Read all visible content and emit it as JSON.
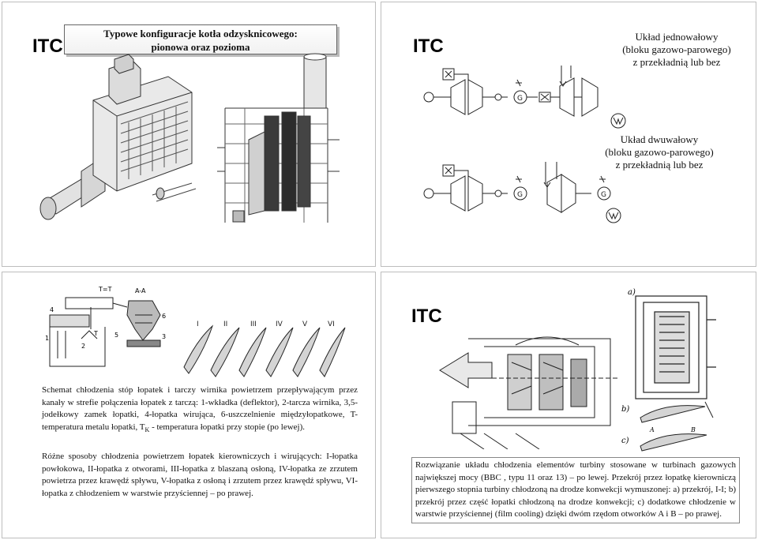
{
  "brand": "ITC",
  "slide1": {
    "title_line1": "Typowe konfiguracje kotła odzysknicowego:",
    "title_line2": "pionowa oraz pozioma"
  },
  "slide2": {
    "single_line1": "Układ jednowałowy",
    "single_line2": "(bloku gazowo-parowego)",
    "single_line3": "z przekładnią lub bez",
    "double_line1": "Układ dwuwałowy",
    "double_line2": "(bloku gazowo-parowego)",
    "double_line3": "z przekładnią lub bez",
    "generator_label": "G"
  },
  "slide3": {
    "caption1_part1": "Schemat chłodzenia stóp łopatek i tarczy wirnika powietrzem przepływającym przez kanały w strefie połączenia łopatek z tarczą: 1-wkładka (deflektor), 2-tarcza wirnika, 3,5-jodełkowy zamek łopatki, 4-łopatka wirująca, 6-uszczelnienie międzyłopatkowe, T-temperatura metalu łopatki, T",
    "caption1_sub": "K",
    "caption1_part2": " - temperatura łopatki przy stopie (po lewej).",
    "caption2": "Różne sposoby chłodzenia powietrzem łopatek kierowniczych i wirujących: I-łopatka powłokowa, II-łopatka z otworami, III-łopatka z blaszaną osłoną, IV-łopatka ze zrzutem powietrza przez krawędź spływu, V-łopatka z osłoną i zrzutem przez krawędź spływu, VI-łopatka z chłodzeniem w warstwie przyściennej – po prawej.",
    "blade_labels": [
      "I",
      "II",
      "III",
      "IV",
      "V",
      "VI"
    ],
    "section_label": "A-A",
    "temp_label": "T=T",
    "k_label": "T",
    "numbers": [
      "1",
      "2",
      "3",
      "4",
      "5",
      "6"
    ]
  },
  "slide4": {
    "caption": "Rozwiązanie układu chłodzenia elementów turbiny stosowane w turbinach gazowych największej mocy (BBC , typu 11 oraz 13) – po lewej. Przekrój przez łopatkę kierowniczą pierwszego stopnia turbiny chłodzoną na drodze konwekcji wymuszonej: a) przekrój, I-I; b) przekrój przez część łopatki chłodzoną na drodze konwekcji; c) dodatkowe chłodzenie w warstwie przyściennej (film cooling) dzięki dwóm rzędom otworków A i B – po prawej.",
    "label_a": "a)",
    "label_b": "b)",
    "label_c": "c)",
    "label_A": "A",
    "label_B": "B"
  }
}
